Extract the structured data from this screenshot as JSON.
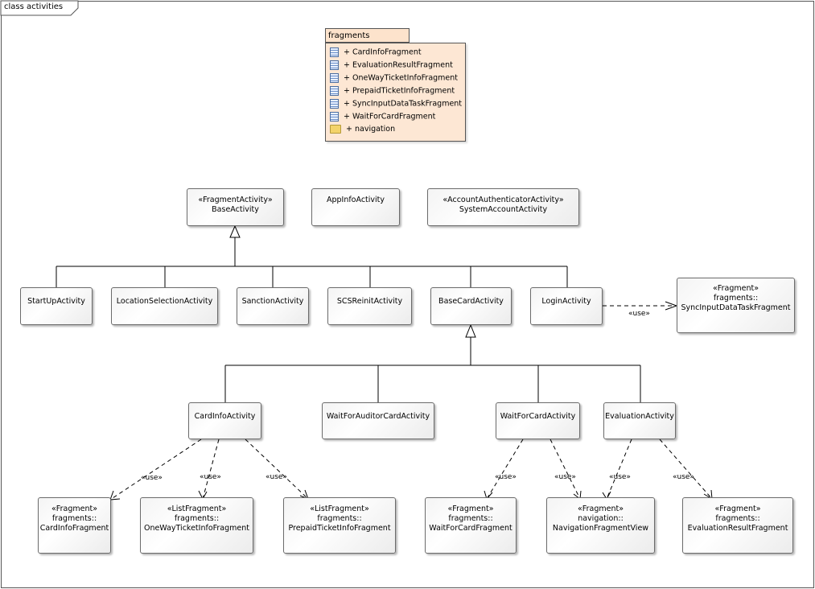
{
  "frame": {
    "title": "class activities"
  },
  "package": {
    "name": "fragments",
    "items": [
      {
        "icon": "class-icon",
        "label": "+ CardInfoFragment"
      },
      {
        "icon": "class-icon",
        "label": "+ EvaluationResultFragment"
      },
      {
        "icon": "class-icon",
        "label": "+ OneWayTicketInfoFragment"
      },
      {
        "icon": "class-icon",
        "label": "+ PrepaidTicketInfoFragment"
      },
      {
        "icon": "class-icon",
        "label": "+ SyncInputDataTaskFragment"
      },
      {
        "icon": "class-icon",
        "label": "+ WaitForCardFragment"
      },
      {
        "icon": "folder-icon",
        "label": "+ navigation"
      }
    ]
  },
  "classes": {
    "base_activity": {
      "stereotype": "«FragmentActivity»",
      "name": "BaseActivity"
    },
    "app_info_activity": {
      "name": "AppInfoActivity"
    },
    "system_account_activity": {
      "stereotype": "«AccountAuthenticatorActivity»",
      "name": "SystemAccountActivity"
    },
    "start_up_activity": {
      "name": "StartUpActivity"
    },
    "location_selection_activity": {
      "name": "LocationSelectionActivity"
    },
    "sanction_activity": {
      "name": "SanctionActivity"
    },
    "scs_reinit_activity": {
      "name": "SCSReinitActivity"
    },
    "base_card_activity": {
      "name": "BaseCardActivity"
    },
    "login_activity": {
      "name": "LoginActivity"
    },
    "sync_input_data_task_fragment": {
      "stereotype": "«Fragment»",
      "namespace": "fragments::",
      "name": "SyncInputDataTaskFragment"
    },
    "card_info_activity": {
      "name": "CardInfoActivity"
    },
    "wait_for_auditor_card_activity": {
      "name": "WaitForAuditorCardActivity"
    },
    "wait_for_card_activity": {
      "name": "WaitForCardActivity"
    },
    "evaluation_activity": {
      "name": "EvaluationActivity"
    },
    "card_info_fragment": {
      "stereotype": "«Fragment»",
      "namespace": "fragments::",
      "name": "CardInfoFragment"
    },
    "one_way_ticket_info_fragment": {
      "stereotype": "«ListFragment»",
      "namespace": "fragments::",
      "name": "OneWayTicketInfoFragment"
    },
    "prepaid_ticket_info_fragment": {
      "stereotype": "«ListFragment»",
      "namespace": "fragments::",
      "name": "PrepaidTicketInfoFragment"
    },
    "wait_for_card_fragment": {
      "stereotype": "«Fragment»",
      "namespace": "fragments::",
      "name": "WaitForCardFragment"
    },
    "navigation_fragment_view": {
      "stereotype": "«Fragment»",
      "namespace": "navigation::",
      "name": "NavigationFragmentView"
    },
    "evaluation_result_fragment": {
      "stereotype": "«Fragment»",
      "namespace": "fragments::",
      "name": "EvaluationResultFragment"
    }
  },
  "relationships": {
    "use_label": "«use»"
  }
}
